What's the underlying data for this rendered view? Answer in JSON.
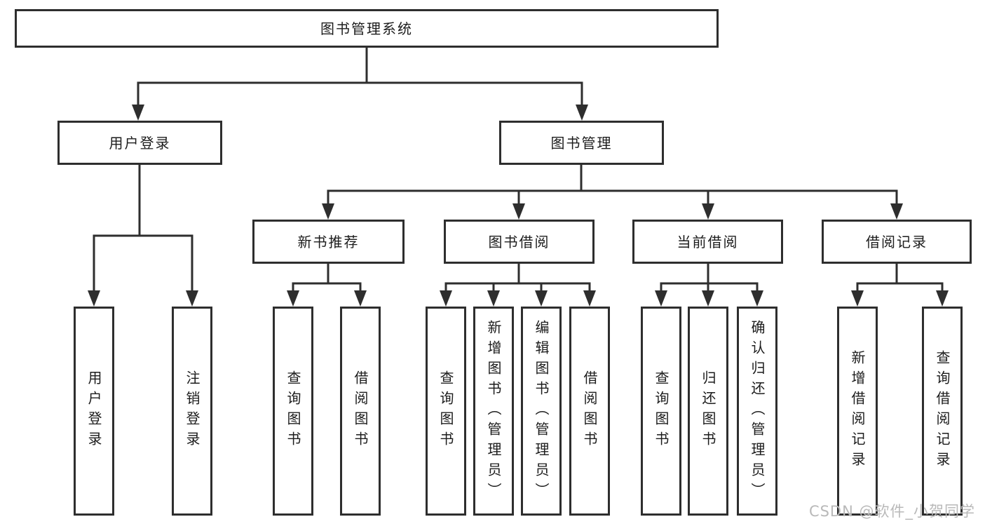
{
  "diagram": {
    "title": "图书管理系统",
    "branches": [
      {
        "label": "用户登录",
        "children": [
          {
            "label": "用户登录"
          },
          {
            "label": "注销登录"
          }
        ]
      },
      {
        "label": "图书管理",
        "groups": [
          {
            "label": "新书推荐",
            "children": [
              {
                "label": "查询图书"
              },
              {
                "label": "借阅图书"
              }
            ]
          },
          {
            "label": "图书借阅",
            "children": [
              {
                "label": "查询图书"
              },
              {
                "label": "新增图书（管理员）"
              },
              {
                "label": "编辑图书（管理员）"
              },
              {
                "label": "借阅图书"
              }
            ]
          },
          {
            "label": "当前借阅",
            "children": [
              {
                "label": "查询图书"
              },
              {
                "label": "归还图书"
              },
              {
                "label": "确认归还（管理员）"
              }
            ]
          },
          {
            "label": "借阅记录",
            "children": [
              {
                "label": "新增借阅记录"
              },
              {
                "label": "查询借阅记录"
              }
            ]
          }
        ]
      }
    ]
  },
  "watermark": "CSDN @软件_小贺同学",
  "colors": {
    "line": "#2e2e2e",
    "text": "#1c1c1c",
    "watermark": "#b9b9b9",
    "background": "#ffffff"
  }
}
